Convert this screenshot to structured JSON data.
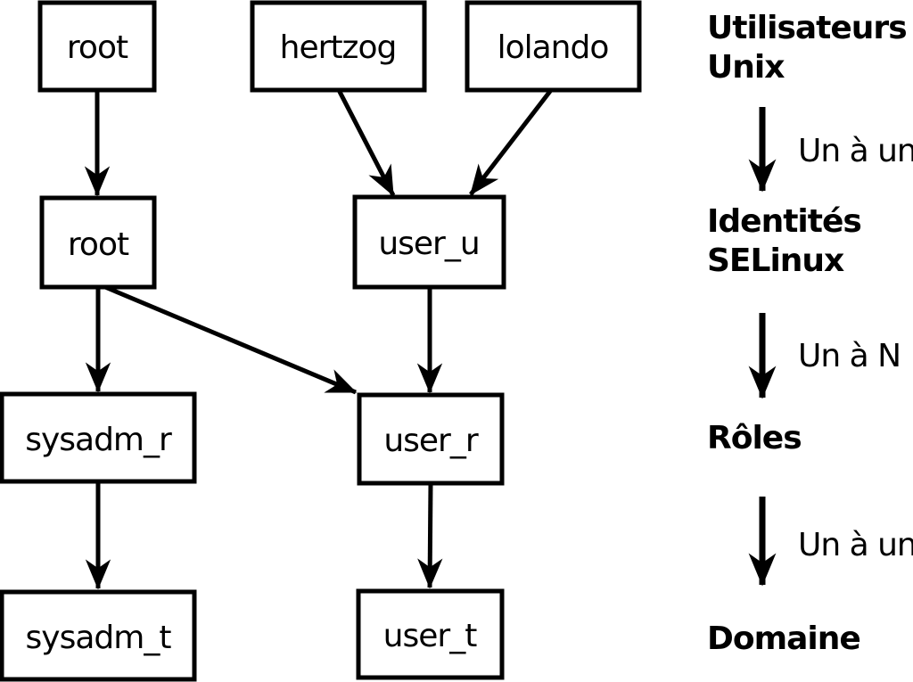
{
  "colors": {
    "foreground": "#000000",
    "background": "#ffffff"
  },
  "diagram": {
    "nodes": [
      {
        "id": "unix-root",
        "label": "root"
      },
      {
        "id": "unix-hertzog",
        "label": "hertzog"
      },
      {
        "id": "unix-lolando",
        "label": "lolando"
      },
      {
        "id": "selinux-root",
        "label": "root"
      },
      {
        "id": "selinux-user-u",
        "label": "user_u"
      },
      {
        "id": "role-sysadm-r",
        "label": "sysadm_r"
      },
      {
        "id": "role-user-r",
        "label": "user_r"
      },
      {
        "id": "domain-sysadm-t",
        "label": "sysadm_t"
      },
      {
        "id": "domain-user-t",
        "label": "user_t"
      }
    ],
    "edges": [
      {
        "from": "unix-root",
        "to": "selinux-root"
      },
      {
        "from": "unix-hertzog",
        "to": "selinux-user-u"
      },
      {
        "from": "unix-lolando",
        "to": "selinux-user-u"
      },
      {
        "from": "selinux-root",
        "to": "role-sysadm-r"
      },
      {
        "from": "selinux-root",
        "to": "role-user-r"
      },
      {
        "from": "selinux-user-u",
        "to": "role-user-r"
      },
      {
        "from": "role-sysadm-r",
        "to": "domain-sysadm-t"
      },
      {
        "from": "role-user-r",
        "to": "domain-user-t"
      }
    ]
  },
  "legend": {
    "levels": [
      {
        "line1": "Utilisateurs",
        "line2": "Unix"
      },
      {
        "line1": "Identités",
        "line2": "SELinux"
      },
      {
        "line1": "Rôles",
        "line2": ""
      },
      {
        "line1": "Domaine",
        "line2": ""
      }
    ],
    "relations": [
      {
        "label": "Un à un"
      },
      {
        "label": "Un à N"
      },
      {
        "label": "Un à un"
      }
    ]
  }
}
